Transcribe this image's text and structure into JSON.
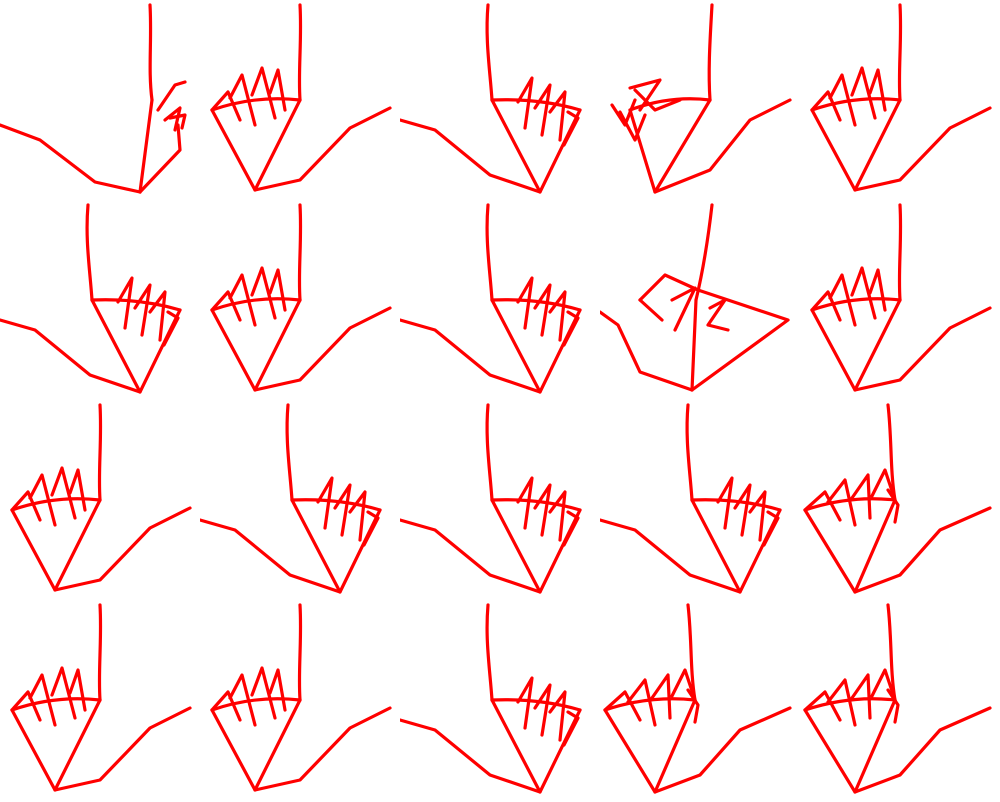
{
  "stroke_color": "#ff0000",
  "background_color": "#ffffff",
  "grid": {
    "rows": 4,
    "cols": 5
  },
  "tiles": [
    {
      "r": 0,
      "c": 0,
      "pose": "fingers-right-behind-arm"
    },
    {
      "r": 0,
      "c": 1,
      "pose": "fingers-left"
    },
    {
      "r": 0,
      "c": 2,
      "pose": "fingers-right"
    },
    {
      "r": 0,
      "c": 3,
      "pose": "fingers-left-tucked"
    },
    {
      "r": 0,
      "c": 4,
      "pose": "fingers-left"
    },
    {
      "r": 1,
      "c": 0,
      "pose": "fingers-right"
    },
    {
      "r": 1,
      "c": 1,
      "pose": "fingers-left"
    },
    {
      "r": 1,
      "c": 2,
      "pose": "fingers-right"
    },
    {
      "r": 1,
      "c": 3,
      "pose": "flat-palm"
    },
    {
      "r": 1,
      "c": 4,
      "pose": "fingers-left"
    },
    {
      "r": 2,
      "c": 0,
      "pose": "fingers-left"
    },
    {
      "r": 2,
      "c": 1,
      "pose": "fingers-right"
    },
    {
      "r": 2,
      "c": 2,
      "pose": "fingers-right"
    },
    {
      "r": 2,
      "c": 3,
      "pose": "fingers-right"
    },
    {
      "r": 2,
      "c": 4,
      "pose": "fingers-left-raised"
    },
    {
      "r": 3,
      "c": 0,
      "pose": "fingers-left"
    },
    {
      "r": 3,
      "c": 1,
      "pose": "fingers-left"
    },
    {
      "r": 3,
      "c": 2,
      "pose": "fingers-right"
    },
    {
      "r": 3,
      "c": 3,
      "pose": "fingers-left-raised"
    },
    {
      "r": 3,
      "c": 4,
      "pose": "fingers-left-raised"
    }
  ]
}
